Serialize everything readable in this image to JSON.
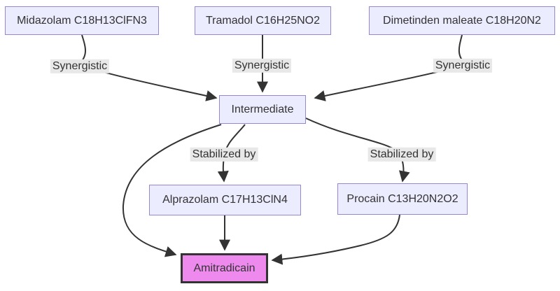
{
  "diagram": {
    "type": "flowchart",
    "direction": "top-down",
    "colors": {
      "background": "#ffffff",
      "node_fill": "#ECECFF",
      "node_border": "#9587d1",
      "final_fill": "#ee8aee",
      "final_border": "#333333",
      "edge": "#333333",
      "label_bg": "#e8e8e8",
      "text": "#333333"
    },
    "nodes": [
      {
        "id": "midazolam",
        "label": "Midazolam C18H13ClFN3"
      },
      {
        "id": "tramadol",
        "label": "Tramadol C16H25NO2"
      },
      {
        "id": "dimetinden",
        "label": "Dimetinden maleate C18H20N2"
      },
      {
        "id": "intermediate",
        "label": "Intermediate"
      },
      {
        "id": "alprazolam",
        "label": "Alprazolam C17H13ClN4"
      },
      {
        "id": "procain",
        "label": "Procain C13H20N2O2"
      },
      {
        "id": "amitradicain",
        "label": "Amitradicain"
      }
    ],
    "edges": [
      {
        "from": "midazolam",
        "to": "intermediate",
        "label": "Synergistic"
      },
      {
        "from": "tramadol",
        "to": "intermediate",
        "label": "Synergistic"
      },
      {
        "from": "dimetinden",
        "to": "intermediate",
        "label": "Synergistic"
      },
      {
        "from": "intermediate",
        "to": "alprazolam",
        "label": "Stabilized by"
      },
      {
        "from": "intermediate",
        "to": "procain",
        "label": "Stabilized by"
      },
      {
        "from": "intermediate",
        "to": "amitradicain",
        "label": ""
      },
      {
        "from": "alprazolam",
        "to": "amitradicain",
        "label": ""
      },
      {
        "from": "procain",
        "to": "amitradicain",
        "label": ""
      }
    ]
  }
}
